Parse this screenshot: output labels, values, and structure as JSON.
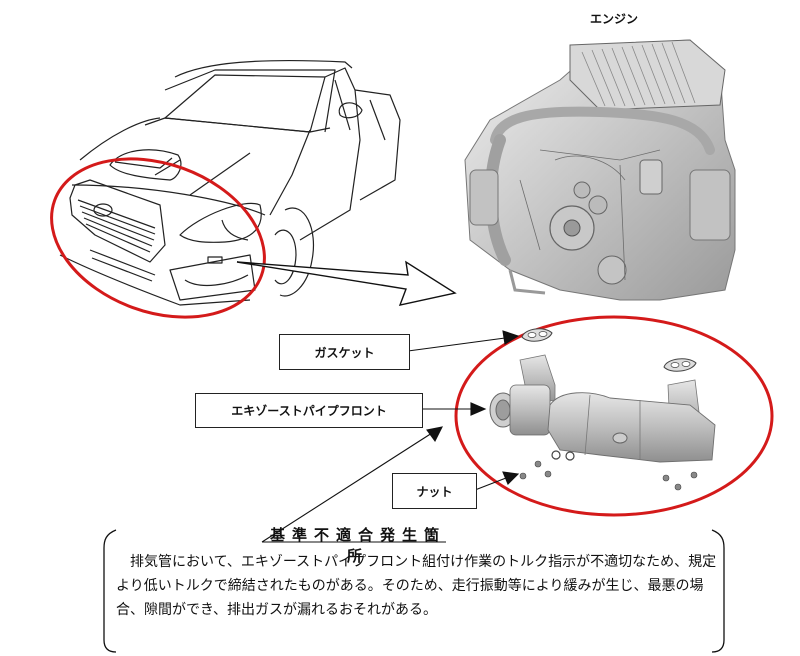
{
  "diagram": {
    "engine_label": "エンジン",
    "callouts": {
      "gasket": "ガスケット",
      "exhaust_pipe_front": "エキゾーストパイプフロント",
      "nut": "ナット"
    },
    "section_title": "基準不適合発生箇所",
    "description": "排気管において、エキゾーストパイプフロント組付け作業のトルク指示が不適切なため、規定より低いトルクで締結されたものがある。そのため、走行振動等により緩みが生じ、最悪の場合、隙間ができ、排出ガスが漏れるおそれがある。",
    "illustrations": {
      "car": "car-front-line-drawing",
      "engine": "engine-3d-render",
      "exhaust_assembly": "exhaust-pipe-front-assembly-render"
    },
    "colors": {
      "highlight_ellipse": "#d41a1a",
      "line": "#111111",
      "engine_gray": "#b8b8b8"
    }
  }
}
